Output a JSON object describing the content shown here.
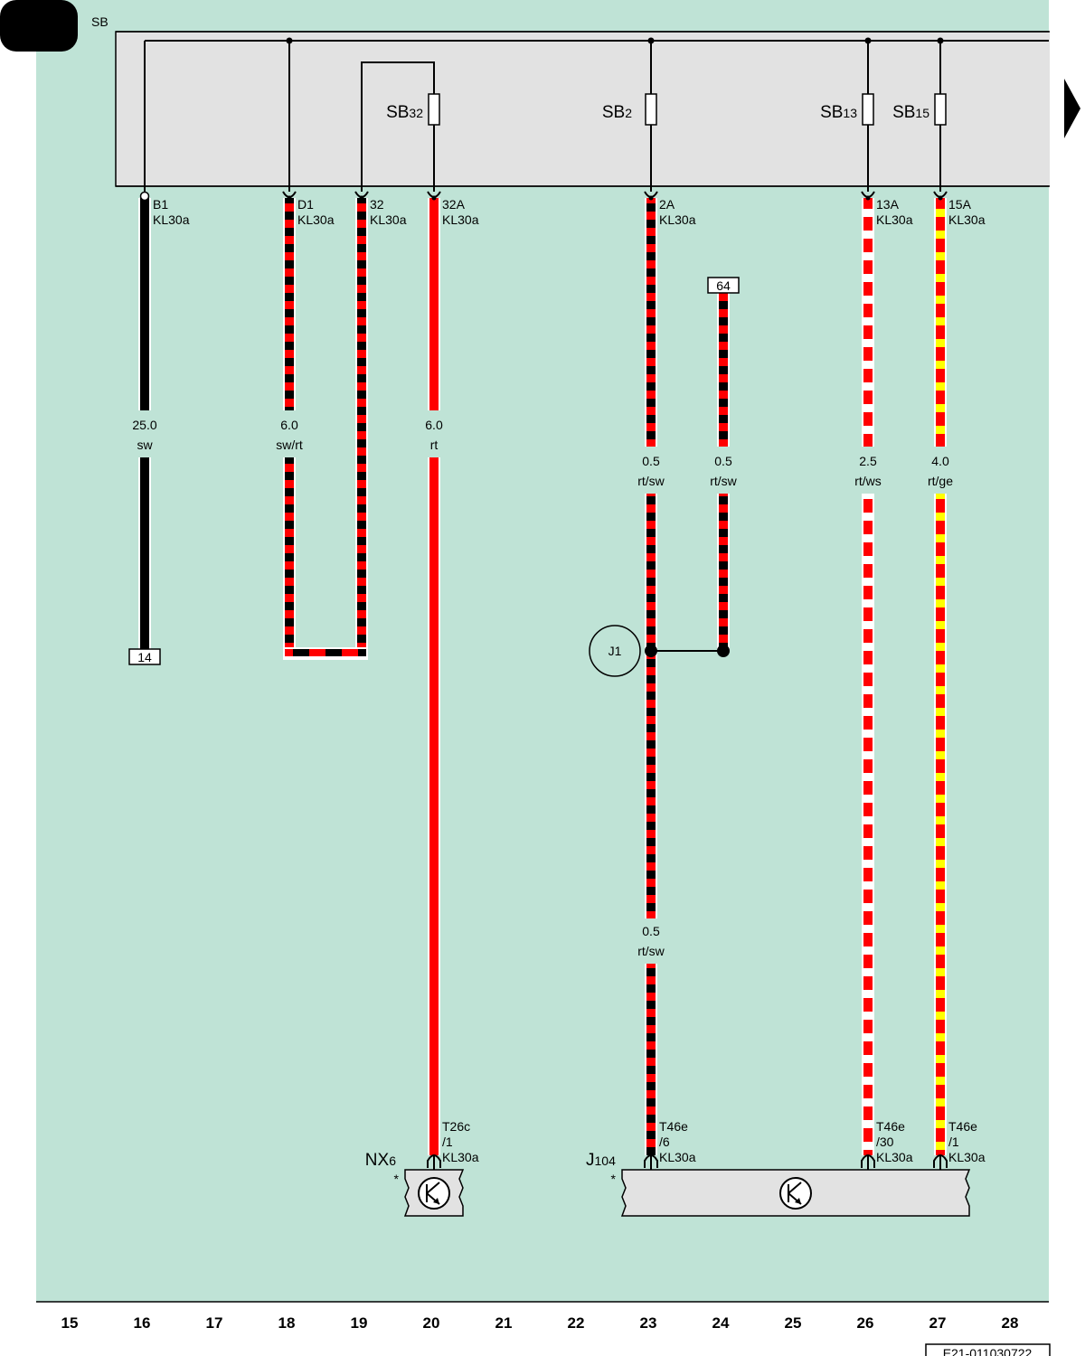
{
  "page": {
    "tab_label": "",
    "sb_label": "SB",
    "doc_code": "E21-011030722",
    "background_color": "#bfe3d6"
  },
  "fuses": [
    {
      "main": "SB",
      "sub": "32"
    },
    {
      "main": "SB",
      "sub": "2"
    },
    {
      "main": "SB",
      "sub": "13"
    },
    {
      "main": "SB",
      "sub": "15"
    }
  ],
  "wires": [
    {
      "pin": "B1",
      "term": "KL30a",
      "size": "25.0",
      "color": "sw",
      "colors": [
        "black"
      ]
    },
    {
      "pin": "D1",
      "term": "KL30a",
      "size": "6.0",
      "color": "sw/rt",
      "colors": [
        "black",
        "red"
      ]
    },
    {
      "pin": "32",
      "term": "KL30a",
      "size": "",
      "color": "",
      "colors": [
        "black",
        "red"
      ]
    },
    {
      "pin": "32A",
      "term": "KL30a",
      "size": "6.0",
      "color": "rt",
      "colors": [
        "red"
      ]
    },
    {
      "pin": "2A",
      "term": "KL30a",
      "size": "0.5",
      "color": "rt/sw",
      "colors": [
        "red",
        "black"
      ]
    },
    {
      "pin": "",
      "term": "",
      "size": "0.5",
      "color": "rt/sw",
      "colors": [
        "red",
        "black"
      ]
    },
    {
      "pin": "13A",
      "term": "KL30a",
      "size": "2.5",
      "color": "rt/ws",
      "colors": [
        "red",
        "white"
      ]
    },
    {
      "pin": "15A",
      "term": "KL30a",
      "size": "4.0",
      "color": "rt/ge",
      "colors": [
        "red",
        "yellow"
      ]
    }
  ],
  "j1_lower_wire": {
    "size": "0.5",
    "color": "rt/sw"
  },
  "refs": {
    "ref14": "14",
    "ref64": "64"
  },
  "junction": {
    "label": "J1"
  },
  "components": [
    {
      "name": "NX",
      "sub": "6",
      "star": "*"
    },
    {
      "name": "J",
      "sub": "104",
      "star": "*"
    }
  ],
  "connectors": [
    {
      "l1": "T26c",
      "l2": "/1",
      "l3": "KL30a"
    },
    {
      "l1": "T46e",
      "l2": "/6",
      "l3": "KL30a"
    },
    {
      "l1": "T46e",
      "l2": "/30",
      "l3": "KL30a"
    },
    {
      "l1": "T46e",
      "l2": "/1",
      "l3": "KL30a"
    }
  ],
  "axis": [
    "15",
    "16",
    "17",
    "18",
    "19",
    "20",
    "21",
    "22",
    "23",
    "24",
    "25",
    "26",
    "27",
    "28"
  ]
}
